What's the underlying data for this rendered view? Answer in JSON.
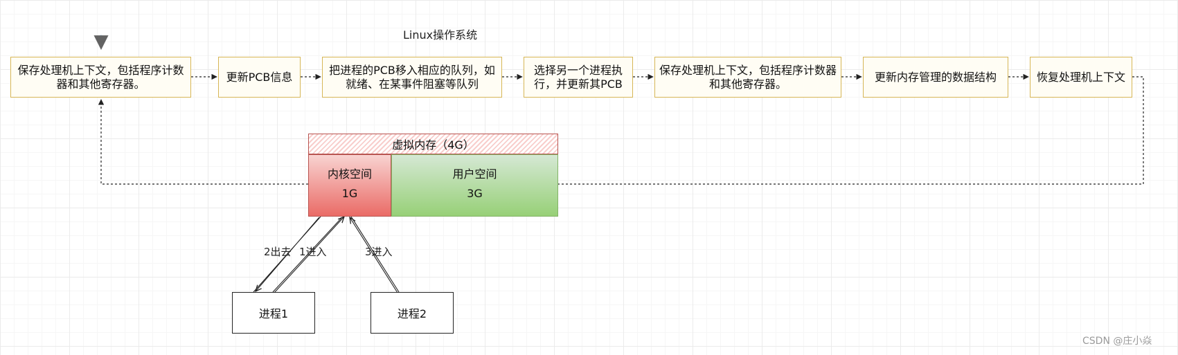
{
  "title": "Linux操作系统",
  "steps": [
    "保存处理机上下文，包括程序计数器和其他寄存器。",
    "更新PCB信息",
    "把进程的PCB移入相应的队列，如就绪、在某事件阻塞等队列",
    "选择另一个进程执行，并更新其PCB",
    "保存处理机上下文，包括程序计数器和其他寄存器。",
    "更新内存管理的数据结构",
    "恢复处理机上下文"
  ],
  "memory": {
    "header": "虚拟内存（4G）",
    "kernel": {
      "label": "内核空间",
      "size": "1G"
    },
    "user": {
      "label": "用户空间",
      "size": "3G"
    }
  },
  "processes": [
    "进程1",
    "进程2"
  ],
  "edge_labels": {
    "p1_out": "2出去",
    "p1_in": "1进入",
    "p2_in": "3进入"
  },
  "watermark": "CSDN @庄小焱",
  "colors": {
    "step_border": "#d6b656",
    "step_fill": "#fffdf4",
    "kernel_border": "#b85450",
    "user_border": "#82b366"
  }
}
